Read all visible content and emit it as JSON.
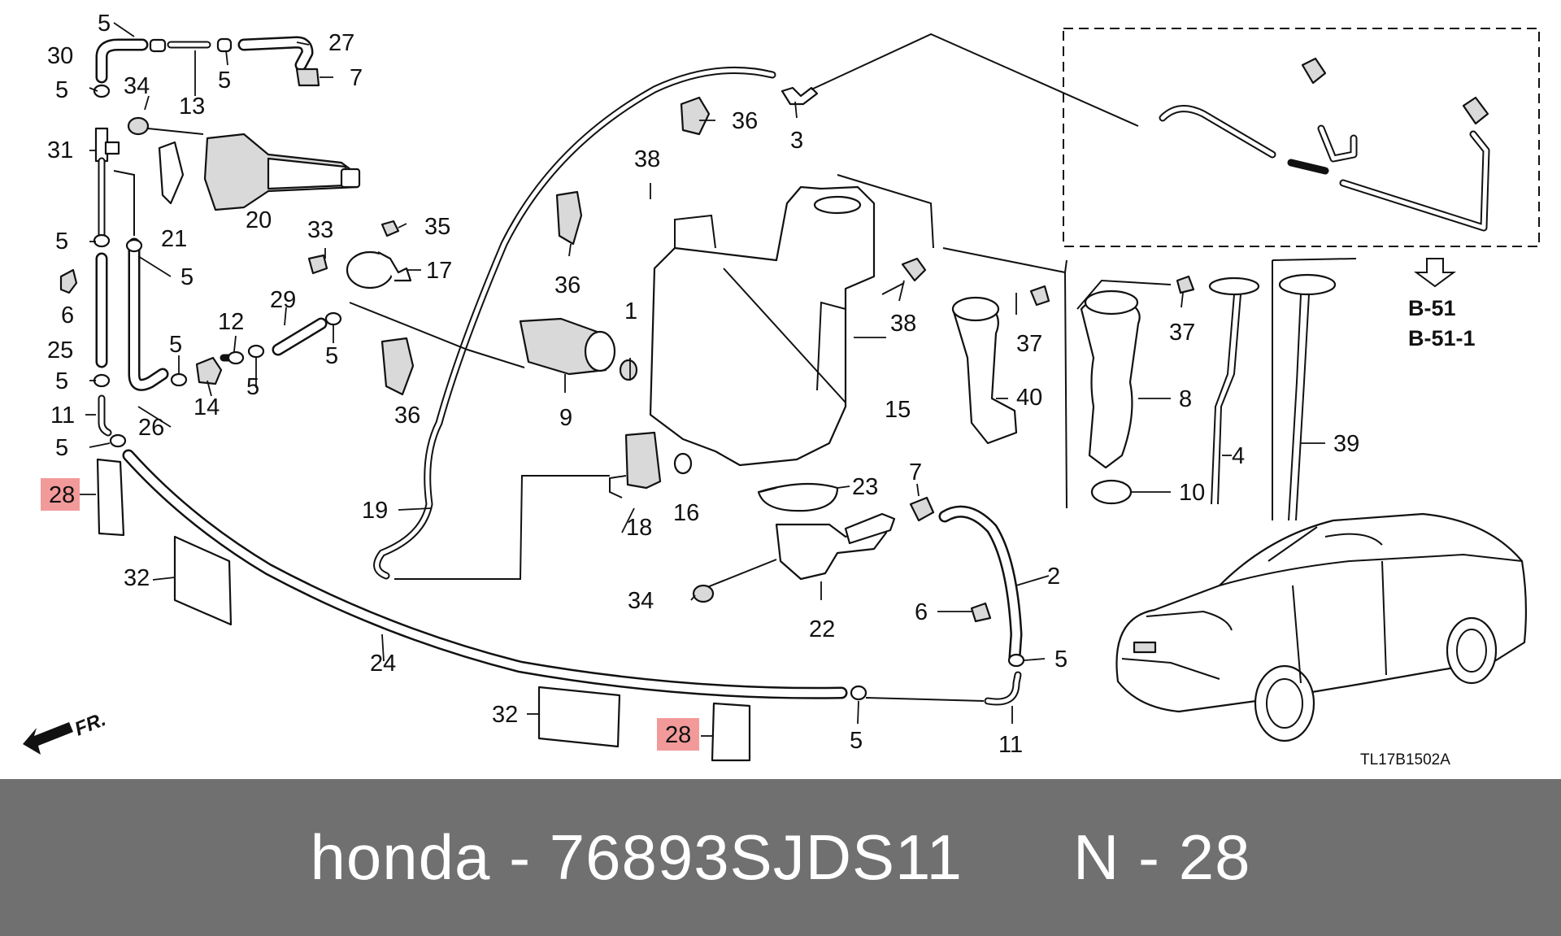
{
  "diagram": {
    "callouts": [
      "1",
      "2",
      "3",
      "4",
      "5",
      "6",
      "7",
      "8",
      "9",
      "10",
      "11",
      "12",
      "13",
      "14",
      "15",
      "16",
      "17",
      "18",
      "19",
      "20",
      "21",
      "22",
      "23",
      "24",
      "25",
      "26",
      "27",
      "28",
      "29",
      "30",
      "31",
      "32",
      "33",
      "34",
      "35",
      "36",
      "37",
      "38",
      "39",
      "40"
    ],
    "highlighted_part": "28",
    "references": [
      "B-51",
      "B-51-1"
    ],
    "direction_label": "FR.",
    "diagram_code": "TL17B1502A"
  },
  "footer": {
    "brand": "honda",
    "separator": " - ",
    "part_number": "76893SJDS11",
    "position_label": "N - 28"
  }
}
